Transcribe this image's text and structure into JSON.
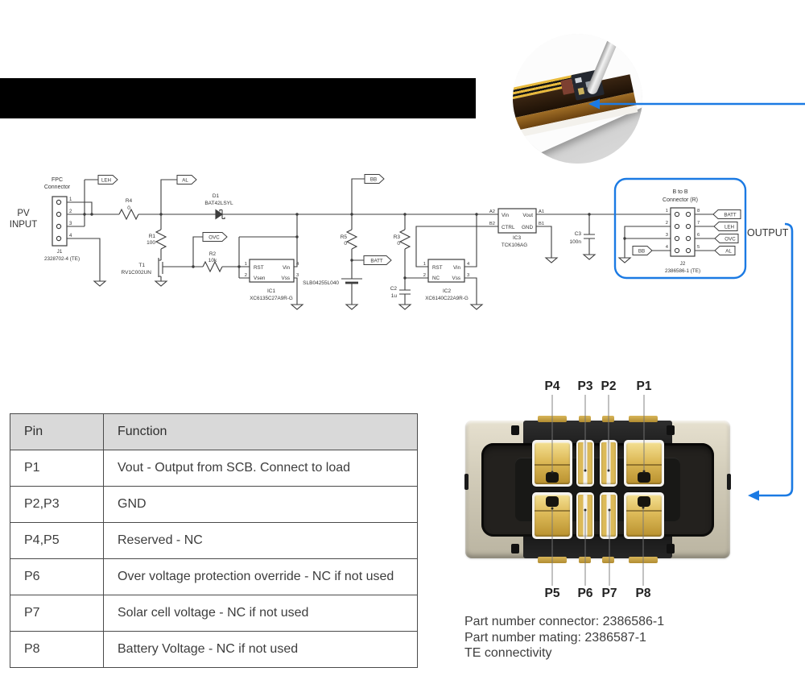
{
  "colors": {
    "accent_blue": "#1b7ae3",
    "schematic_stroke": "#3d3d3d",
    "gold": "#d9b553",
    "table_header_bg": "#d9d9d9"
  },
  "schematic": {
    "pv_input_line1": "PV",
    "pv_input_line2": "INPUT",
    "fpc_line1": "FPC",
    "fpc_line2": "Connector",
    "j1_ref": "J1",
    "j1_part": "2328702-4 (TE)",
    "j1_pins": [
      "1",
      "2",
      "3",
      "4"
    ],
    "flag_leh": "LEH",
    "flag_al": "AL",
    "flag_ovc": "OVC",
    "flag_bb": "BB",
    "flag_batt": "BATT",
    "r4_ref": "R4",
    "r4_val": "0",
    "r1_ref": "R1",
    "r1_val": "100",
    "r2_ref": "R2",
    "r2_val": "10k",
    "r5_ref": "R5",
    "r5_val": "0",
    "r3_ref": "R3",
    "r3_val": "0",
    "d1_ref": "D1",
    "d1_val": "BAT42LSYL",
    "t1_ref": "T1",
    "t1_val": "RV1C002UN",
    "battery_part": "SLB04255L040",
    "c2_ref": "C2",
    "c2_val": "1u",
    "c3_ref": "C3",
    "c3_val": "100n",
    "ic1_ref": "IC1",
    "ic1_part": "XC6135C27A9R-G",
    "ic1_tl": "RST",
    "ic1_tr": "Vin",
    "ic1_bl": "Vsen",
    "ic1_br": "Vss",
    "ic1_n1": "1",
    "ic1_n2": "2",
    "ic1_n3": "3",
    "ic1_n4": "4",
    "ic2_ref": "IC2",
    "ic2_part": "XC6140C22A9R-G",
    "ic2_tl": "RST",
    "ic2_tr": "Vin",
    "ic2_bl": "NC",
    "ic2_br": "Vss",
    "ic2_n1": "1",
    "ic2_n2": "2",
    "ic2_n3": "3",
    "ic2_n4": "4",
    "ic3_ref": "IC3",
    "ic3_part": "TCK106AG",
    "ic3_tl": "Vin",
    "ic3_tr": "Vout",
    "ic3_bl": "CTRL",
    "ic3_br": "GND",
    "ic3_a2": "A2",
    "ic3_a1": "A1",
    "ic3_b2": "B2",
    "ic3_b1": "B1",
    "b2b_line1": "B to B",
    "b2b_line2": "Connector (R)",
    "j2_ref": "J2",
    "j2_part": "2386586-1 (TE)",
    "j2_left": [
      "1",
      "2",
      "3",
      "4"
    ],
    "j2_right": [
      "8",
      "7",
      "6",
      "5"
    ],
    "output_label": "OUTPUT"
  },
  "pin_table": {
    "headers": [
      "Pin",
      "Function"
    ],
    "rows": [
      {
        "pin": "P1",
        "function": "Vout - Output from SCB. Connect to load"
      },
      {
        "pin": "P2,P3",
        "function": "GND"
      },
      {
        "pin": "P4,P5",
        "function": "Reserved - NC"
      },
      {
        "pin": "P6",
        "function": "Over voltage protection override - NC if not used"
      },
      {
        "pin": "P7",
        "function": "Solar cell voltage - NC if not used"
      },
      {
        "pin": "P8",
        "function": "Battery Voltage - NC if not used"
      }
    ]
  },
  "connector_render": {
    "pins_top": [
      "P4",
      "P3",
      "P2",
      "P1"
    ],
    "pins_bottom": [
      "P5",
      "P6",
      "P7",
      "P8"
    ]
  },
  "part_info": {
    "line1": "Part number connector: 2386586-1",
    "line2": "Part number mating: 2386587-1",
    "line3": "TE connectivity"
  }
}
